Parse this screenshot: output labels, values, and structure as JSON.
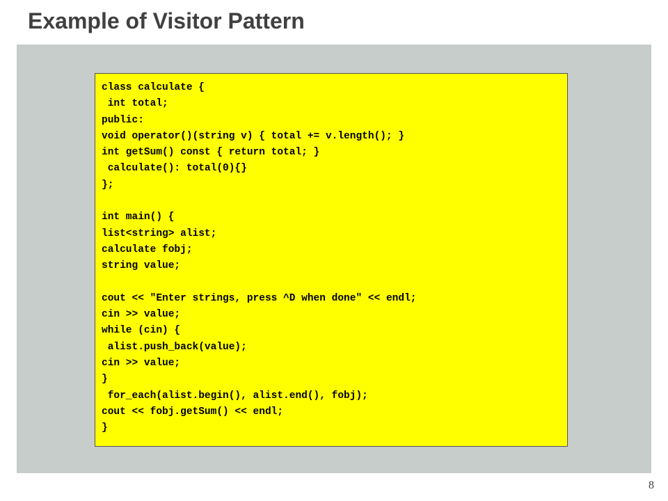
{
  "slide": {
    "title": "Example of Visitor Pattern",
    "page_number": "8"
  },
  "code": {
    "lines": [
      "class calculate {",
      " int total;",
      "public:",
      "void operator()(string v) { total += v.length(); }",
      "int getSum() const { return total; }",
      " calculate(): total(0){}",
      "};",
      "",
      "int main() {",
      "list<string> alist;",
      "calculate fobj;",
      "string value;",
      "",
      "cout << \"Enter strings, press ^D when done\" << endl;",
      "cin >> value;",
      "while (cin) {",
      " alist.push_back(value);",
      "cin >> value;",
      "}",
      " for_each(alist.begin(), alist.end(), fobj);",
      "cout << fobj.getSum() << endl;",
      "}"
    ]
  },
  "colors": {
    "code_background": "#ffff00",
    "panel_background": "#c6cdca",
    "title_color": "#404040"
  }
}
